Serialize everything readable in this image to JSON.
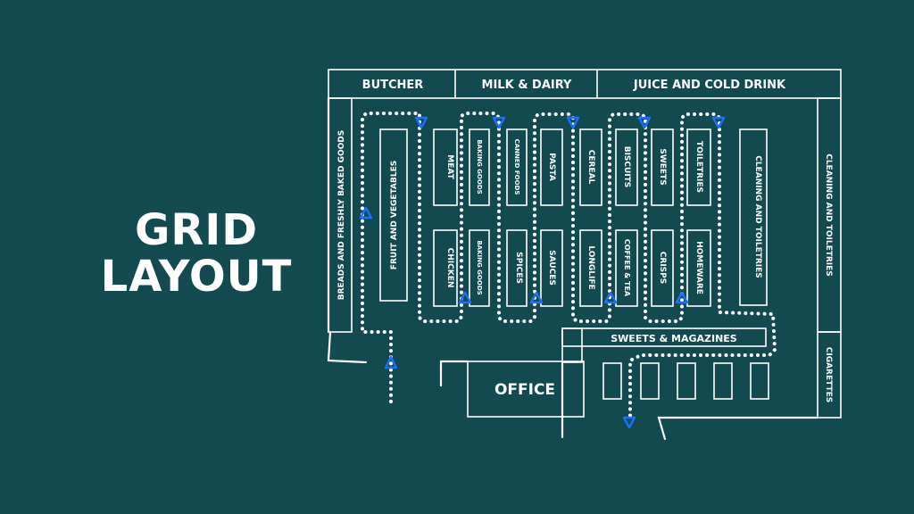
{
  "title": {
    "line1": "GRID",
    "line2": "LAYOUT"
  },
  "colors": {
    "background": "#124a50",
    "lines": "#ffffff",
    "arrows": "#1f6fff"
  },
  "top_sections": [
    "BUTCHER",
    "MILK & DAIRY",
    "JUICE AND COLD DRINK"
  ],
  "left_wall": "BREADS AND FRESHLY BAKED GOODS",
  "right_wall": "CLEANING AND TOILETRIES",
  "cigarettes": "CIGARETTES",
  "aisle_long_left": "FRUIT AND VEGETABLES",
  "aisle_long_right": "CLEANING AND TOILETRIES",
  "aisles_top": [
    "MEAT",
    "BAKING GOODS",
    "CANNED FOODS",
    "PASTA",
    "CEREAL",
    "BISCUITS",
    "SWEETS",
    "TOILETRIES"
  ],
  "aisles_bottom": [
    "CHICKEN",
    "BAKING GOODS",
    "SPICES",
    "SAUCES",
    "LONGLIFE",
    "COFFEE & TEA",
    "CRISPS",
    "HOMEWARE"
  ],
  "checkout_banner": "SWEETS & MAGAZINES",
  "office": "OFFICE"
}
